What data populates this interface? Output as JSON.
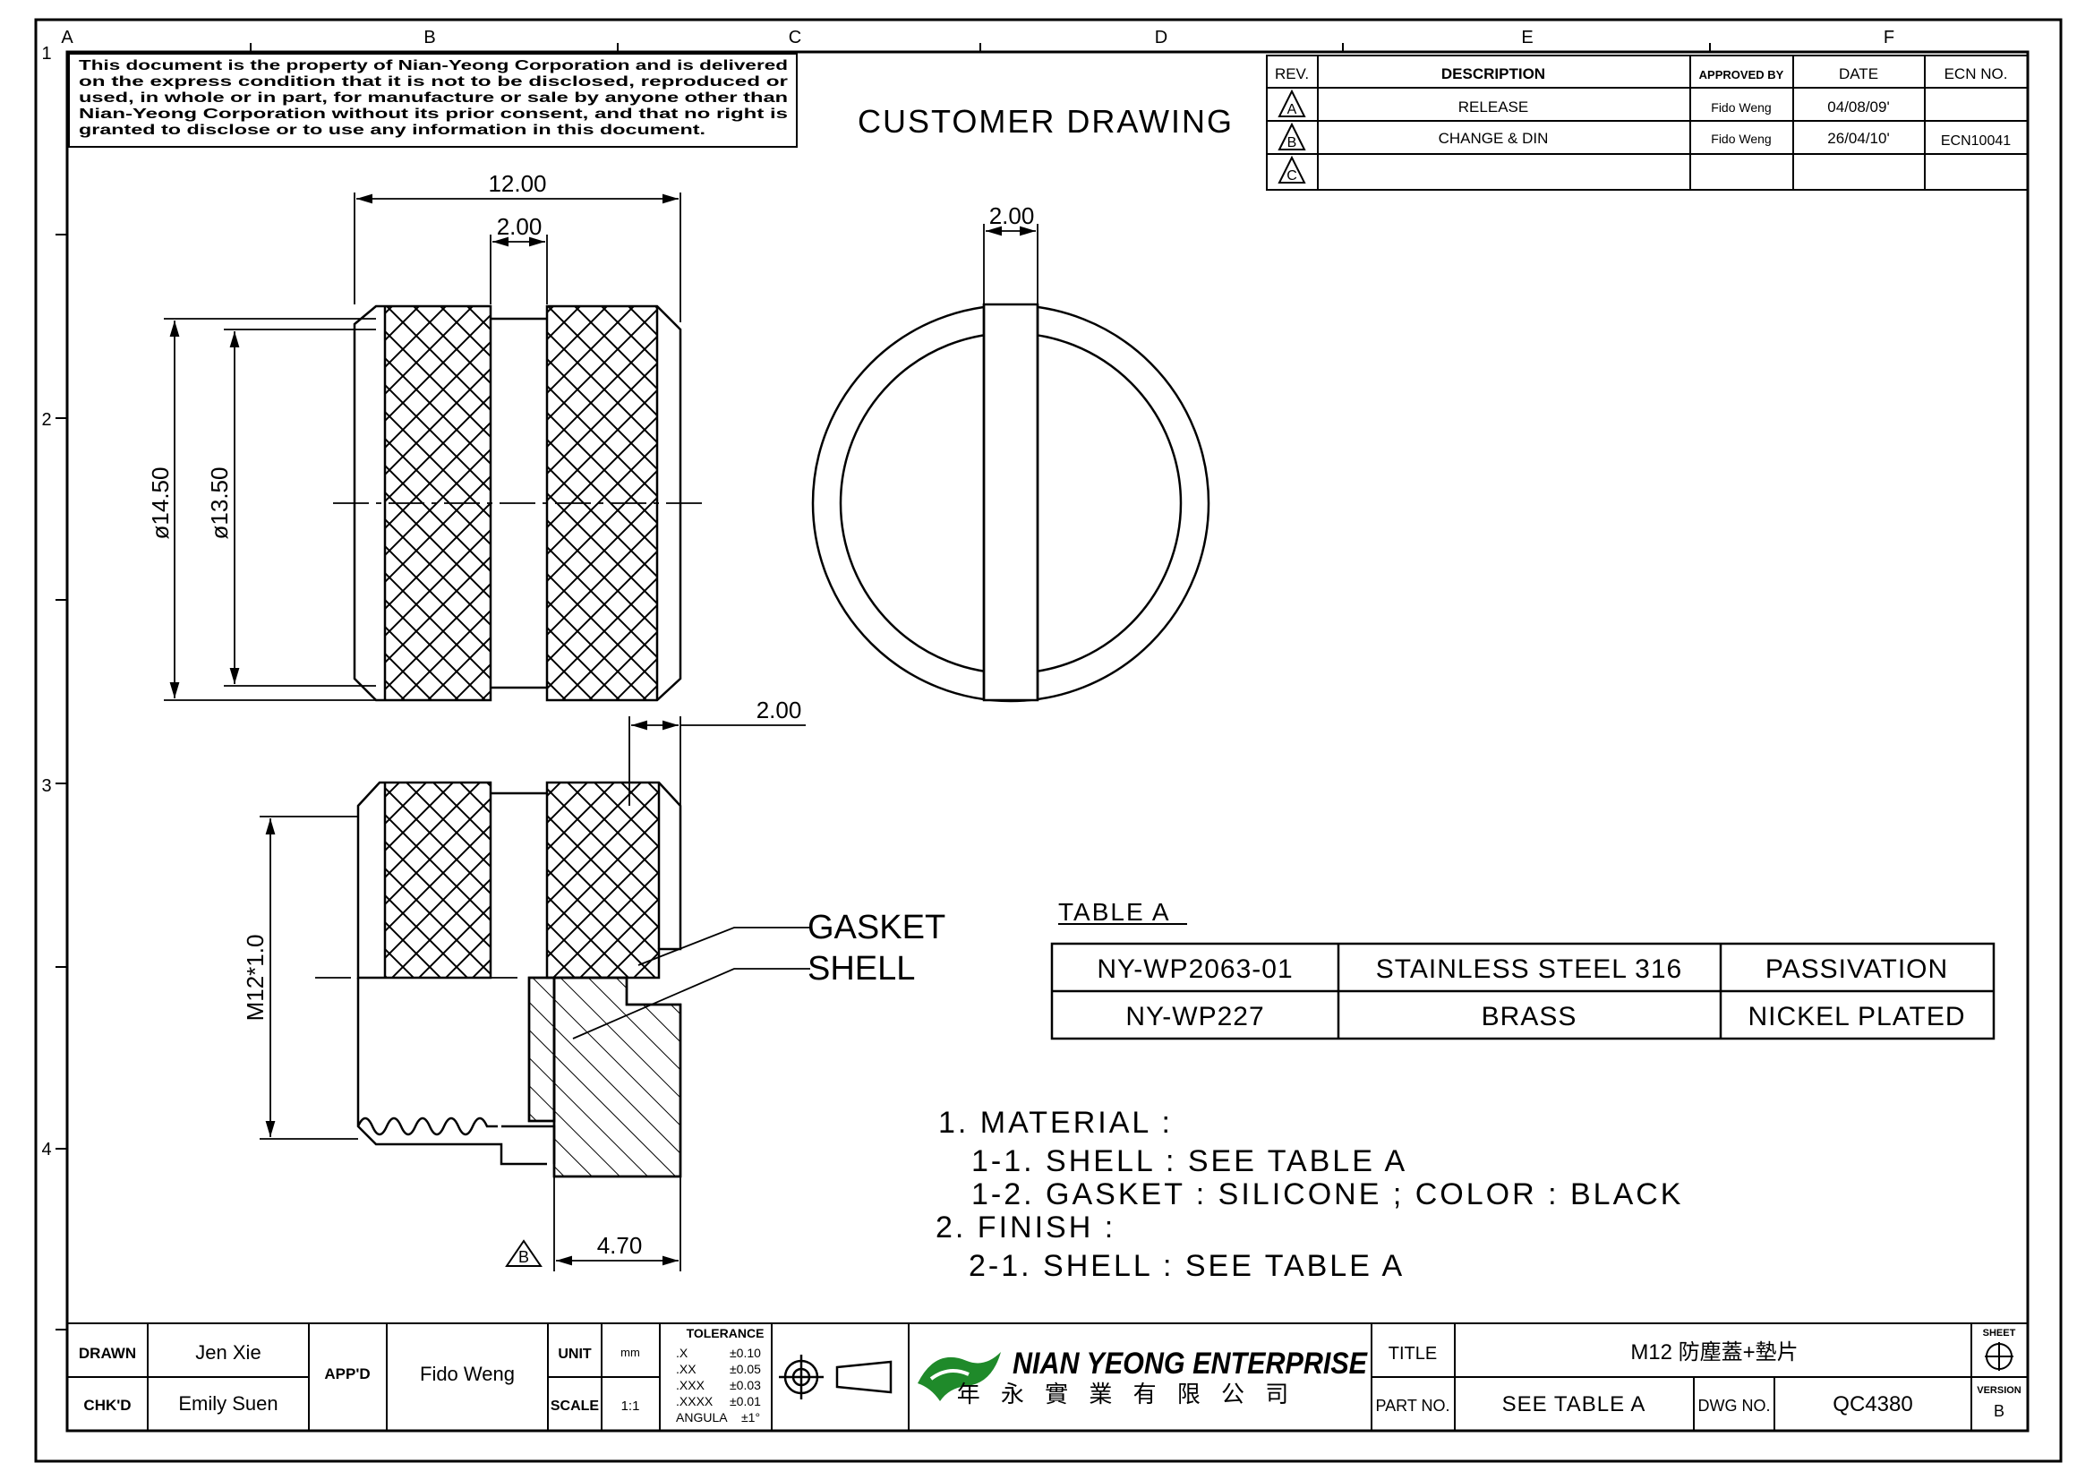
{
  "grid": {
    "columns": [
      "A",
      "B",
      "C",
      "D",
      "E",
      "F"
    ],
    "rows": [
      "1",
      "2",
      "3",
      "4"
    ]
  },
  "disclaimer": [
    "This document is the property of Nian-Yeong Corporation and is delivered",
    "on the express condition that it is not to be disclosed, reproduced or",
    "used, in whole or in part, for manufacture or sale by anyone other than",
    "Nian-Yeong Corporation without its prior consent, and that no right is",
    "granted to disclose or to use any information in this document."
  ],
  "drawing_title": "CUSTOMER  DRAWING",
  "revision_table": {
    "headers": {
      "rev": "REV.",
      "description": "DESCRIPTION",
      "approved_by": "APPROVED BY",
      "date": "DATE",
      "ecn": "ECN NO."
    },
    "rows": [
      {
        "rev": "A",
        "description": "RELEASE",
        "approved_by": "Fido Weng",
        "date": "04/08/09'",
        "ecn": ""
      },
      {
        "rev": "B",
        "description": "CHANGE & DIN",
        "approved_by": "Fido Weng",
        "date": "26/04/10'",
        "ecn": "ECN10041"
      },
      {
        "rev": "C",
        "description": "",
        "approved_by": "",
        "date": "",
        "ecn": ""
      }
    ]
  },
  "dimensions": {
    "overall_width": "12.00",
    "slot_width_side": "2.00",
    "slot_width_end": "2.00",
    "outer_dia": "ø14.50",
    "inner_dia": "ø13.50",
    "chamfer": "2.00",
    "thread": "M12*1.0",
    "shell_depth": "4.70"
  },
  "callouts": {
    "gasket": "GASKET",
    "shell": "SHELL",
    "rev_marker": "B"
  },
  "table_a": {
    "title": "TABLE  A",
    "rows": [
      [
        "NY-WP2063-01",
        "STAINLESS  STEEL  316",
        "PASSIVATION"
      ],
      [
        "NY-WP227",
        "BRASS",
        "NICKEL  PLATED"
      ]
    ]
  },
  "notes": [
    "1.  MATERIAL  :",
    "1-1.  SHELL  :  SEE  TABLE  A",
    "1-2.  GASKET  :  SILICONE  ;  COLOR  :  BLACK",
    "2.  FINISH  :",
    "2-1.  SHELL  :  SEE  TABLE  A"
  ],
  "title_block": {
    "drawn_label": "DRAWN",
    "drawn": "Jen Xie",
    "chkd_label": "CHK'D",
    "chkd": "Emily Suen",
    "appd_label": "APP'D",
    "appd": "Fido Weng",
    "unit_label": "UNIT",
    "unit": "mm",
    "scale_label": "SCALE",
    "scale": "1:1",
    "tolerance": {
      "title": "TOLERANCE",
      "rows": [
        [
          ".X",
          "±0.10"
        ],
        [
          ".XX",
          "±0.05"
        ],
        [
          ".XXX",
          "±0.03"
        ],
        [
          ".XXXX",
          "±0.01"
        ]
      ],
      "angular_label": "ANGULA",
      "angular": "±1°"
    },
    "company_name": "NIAN YEONG ENTERPRISE",
    "company_name_cn": "年 永 實 業 有 限 公 司",
    "title_label": "TITLE",
    "title": "M12 防塵蓋+墊片",
    "part_no_label": "PART NO.",
    "part_no": "SEE  TABLE  A",
    "dwg_no_label": "DWG NO.",
    "dwg_no": "QC4380",
    "sheet_label": "SHEET",
    "version_label": "VERSION",
    "version": "B"
  },
  "colors": {
    "line": "#000000",
    "logo_green": "#1f8a2a",
    "background": "#ffffff"
  }
}
